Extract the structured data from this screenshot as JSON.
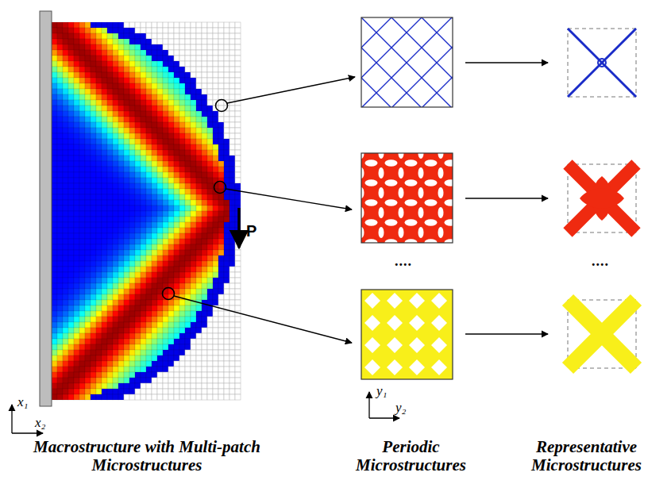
{
  "diagram": {
    "labels": [
      "P",
      "x₁",
      "x₂",
      "y₁",
      "y₂",
      "....",
      "....",
      "Macrostructure with Multi-patch Microstructures",
      "Periodic Microstructures",
      "Representative Microstructures"
    ]
  }
}
